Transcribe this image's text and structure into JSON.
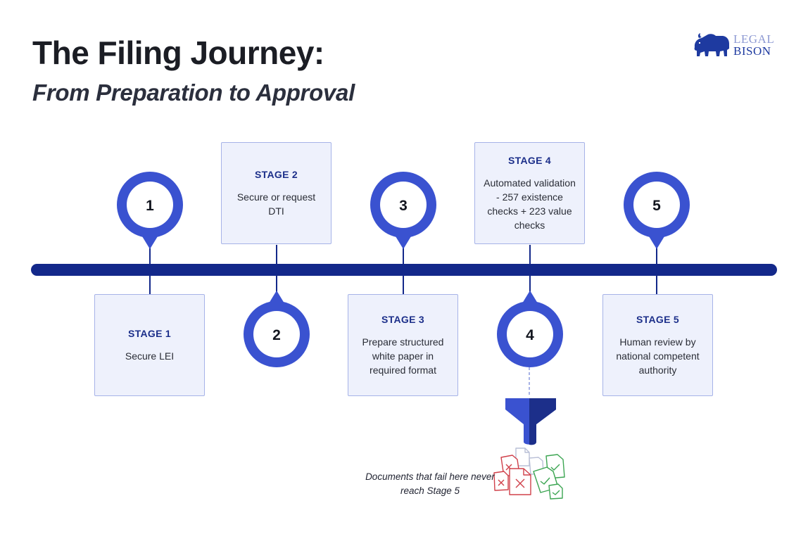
{
  "title": "The Filing Journey:",
  "subtitle": "From Preparation to Approval",
  "logo": {
    "line1": "LEGAL",
    "line2": "BISON",
    "icon": "bison-icon"
  },
  "colors": {
    "primary": "#3a52d0",
    "navy": "#13288a",
    "card_bg": "#eef1fc",
    "card_border": "#a6b3e8",
    "fail": "#d0404a",
    "pass": "#3ca552"
  },
  "stages": [
    {
      "number": "1",
      "label": "STAGE 1",
      "description": "Secure LEI"
    },
    {
      "number": "2",
      "label": "STAGE 2",
      "description": "Secure or request DTI"
    },
    {
      "number": "3",
      "label": "STAGE 3",
      "description": "Prepare structured white paper in required format"
    },
    {
      "number": "4",
      "label": "STAGE 4",
      "description": "Automated validation - 257 existence checks + 223 value checks"
    },
    {
      "number": "5",
      "label": "STAGE 5",
      "description": "Human review by national competent authority"
    }
  ],
  "filter": {
    "icon": "funnel-icon",
    "note": "Documents that fail here never reach Stage 5",
    "document_icons": [
      "failed-document-icon",
      "passed-document-icon"
    ]
  }
}
